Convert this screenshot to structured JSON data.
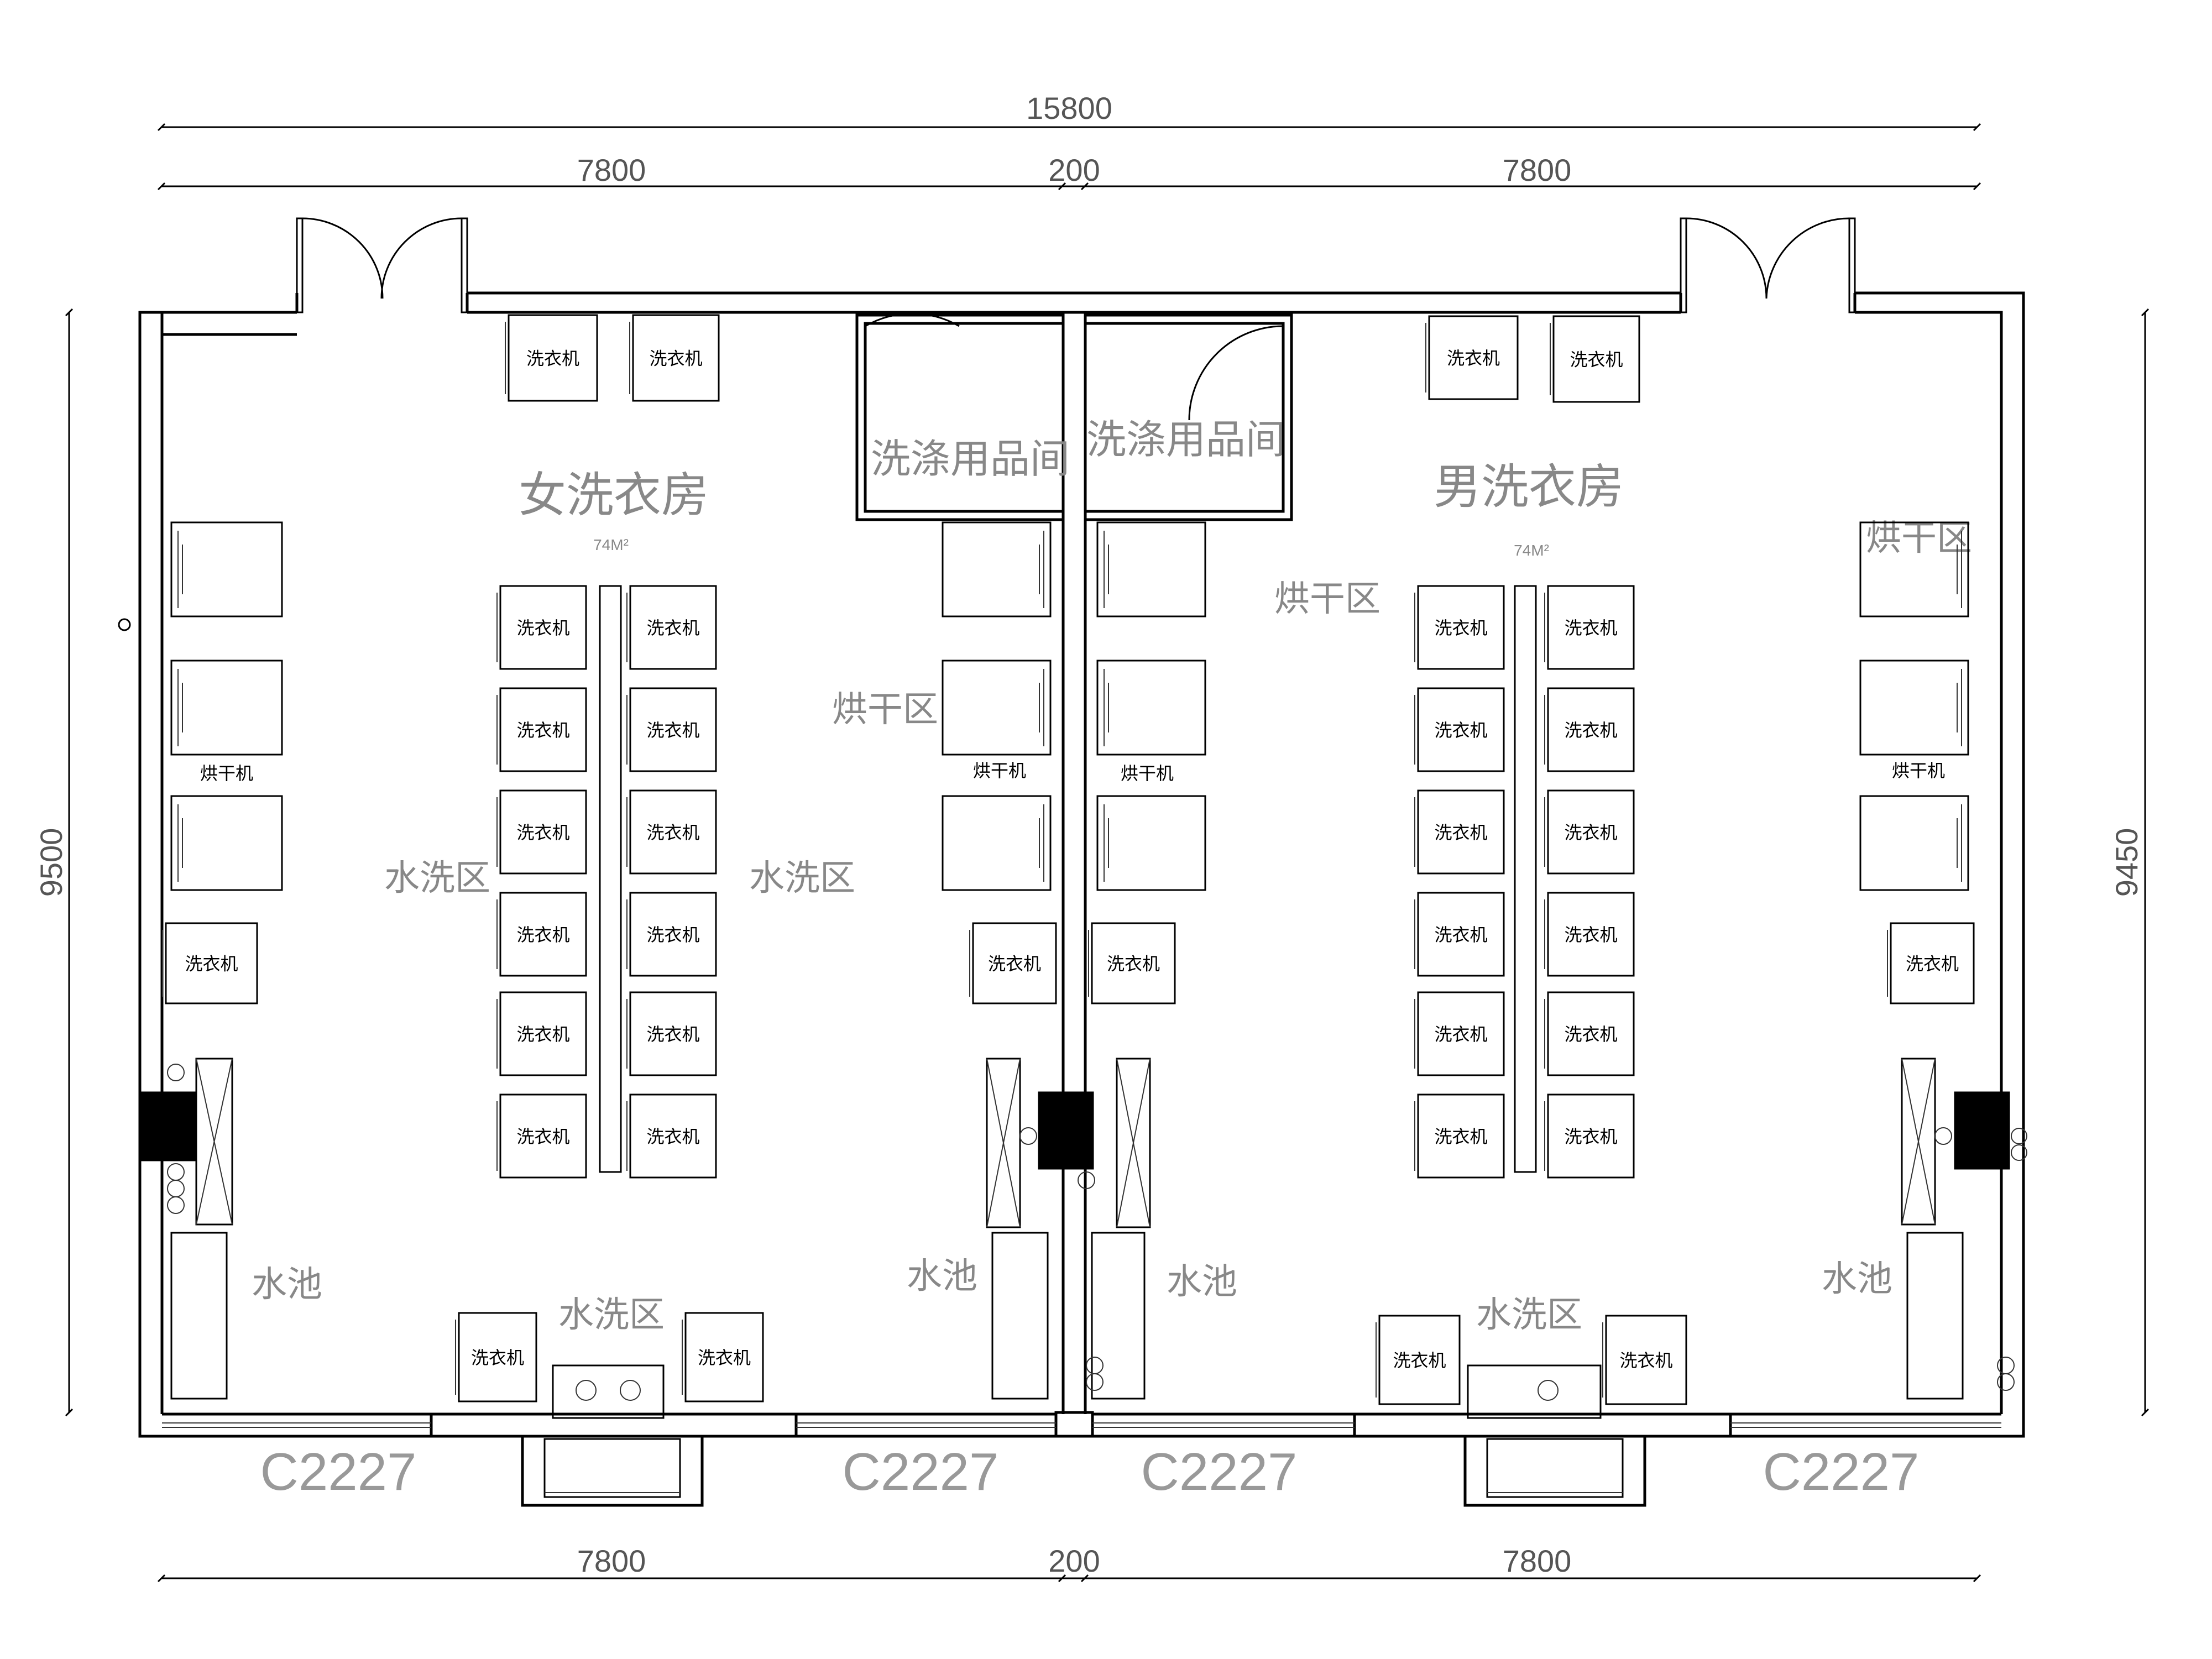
{
  "dimensions": {
    "overall": "15800",
    "half_left": "7800",
    "gap": "200",
    "half_right": "7800",
    "bottom_left": "7800",
    "bottom_gap": "200",
    "bottom_right": "7800",
    "height_left": "9500",
    "height_right": "9450"
  },
  "rooms": {
    "women_laundry": "女洗衣房",
    "women_area": "74M²",
    "men_laundry": "男洗衣房",
    "men_area": "74M²",
    "storage_left": "洗涤用品间",
    "storage_right": "洗涤用品间"
  },
  "zones": {
    "drying": "烘干区",
    "washing": "水洗区",
    "sink": "水池"
  },
  "equipment": {
    "washer": "洗衣机",
    "dryer": "烘干机"
  },
  "windows": {
    "code": "C2227"
  }
}
